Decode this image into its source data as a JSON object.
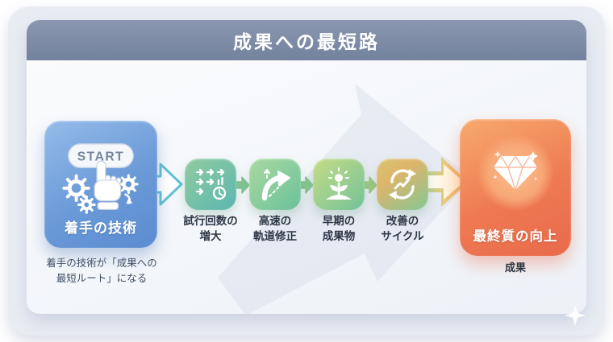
{
  "header": {
    "title": "成果への最短路"
  },
  "start_node": {
    "label": "着手の技術",
    "button_text": "START",
    "icon": "start-click-gears-icon",
    "caption_line1": "着手の技術が「成果への",
    "caption_line2": "最短ルート」になる"
  },
  "steps": [
    {
      "line1": "試行回数の",
      "line2": "増大",
      "icon": "arrows-clock-icon"
    },
    {
      "line1": "高速の",
      "line2": "軌道修正",
      "icon": "curved-arrow-icon"
    },
    {
      "line1": "早期の",
      "line2": "成果物",
      "icon": "sprout-idea-icon"
    },
    {
      "line1": "改善の",
      "line2": "サイクル",
      "icon": "cycle-trend-icon"
    }
  ],
  "end_node": {
    "label": "最終質の向上",
    "icon": "diamond-icon",
    "caption": "成果"
  },
  "colors": {
    "panel_bg": "#e9edf3",
    "header_bg": "#7b89a4",
    "card_bg": "#f6f8fb",
    "start_box_from": "#95bce9",
    "start_box_to": "#5b8cd0",
    "end_box_from": "#f7aa6e",
    "end_box_to": "#e96a4c",
    "step1_from": "#8fcc9e",
    "step1_to": "#5db6b1",
    "step2_from": "#aad8a0",
    "step2_to": "#6ac29b",
    "step3_from": "#c6dc85",
    "step3_to": "#72c299",
    "step4_from": "#dac56f",
    "step4_to": "#84c795",
    "connector_green": "#83c493",
    "teal_arrow": "#5fc2d4",
    "label_dark": "#2d3745"
  }
}
